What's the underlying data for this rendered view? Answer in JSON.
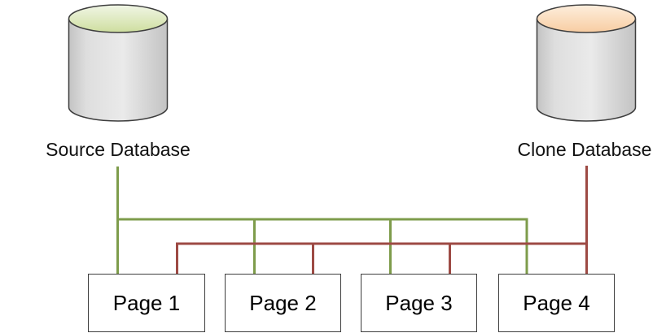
{
  "diagram": {
    "background": "#ffffff",
    "databases": [
      {
        "label": "Source Database",
        "top_light": "#f1f6e6",
        "top_dark": "#cede9f",
        "line_color": "#7e9c4b"
      },
      {
        "label": "Clone Database",
        "top_light": "#fdeedd",
        "top_dark": "#f8cda2",
        "line_color": "#9d4a44"
      }
    ],
    "cylinder": {
      "outline": "#3d3d3d",
      "body_edge": "#c3c3c3",
      "body_mid": "#dedede",
      "body_light": "#eaeaea"
    },
    "pages": [
      {
        "label": "Page 1"
      },
      {
        "label": "Page 2"
      },
      {
        "label": "Page 3"
      },
      {
        "label": "Page 4"
      }
    ],
    "box_style": {
      "border": "#3d3d3d",
      "fill": "#ffffff"
    },
    "connections": {
      "source_to": [
        "Page 1",
        "Page 2",
        "Page 3",
        "Page 4"
      ],
      "clone_to": [
        "Page 1",
        "Page 2",
        "Page 3",
        "Page 4"
      ]
    }
  }
}
